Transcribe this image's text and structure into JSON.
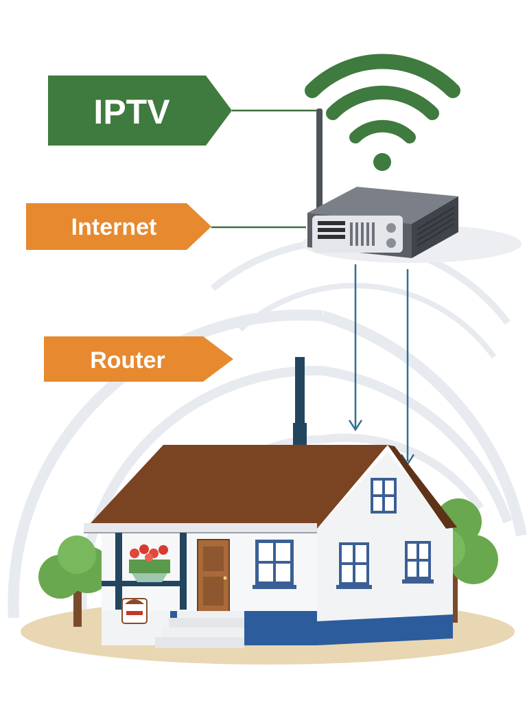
{
  "labels": {
    "iptv": "IPTV",
    "internet": "Internet",
    "router": "Router"
  },
  "colors": {
    "iptv_tag": "#3f7a3e",
    "internet_tag": "#e6892f",
    "router_tag": "#e6892f",
    "wifi_signal": "#3f7a3e",
    "connector_line": "#3d6e3b",
    "router_body": "#5b5f66",
    "router_face": "#e4e6ea",
    "arrow_line": "#2f6f8f",
    "roof": "#7a4322",
    "wall": "#f2f3f5",
    "wall_base": "#2c5c9c",
    "window_frame": "#3b5f95",
    "door": "#a86a3a",
    "tree_leaf": "#6aa84f",
    "tree_trunk": "#7a4b2a",
    "ground": "#e9d6b3",
    "chimney": "#23465e",
    "rings": "#e7eaef"
  },
  "icons": {
    "wifi": "wifi-signal-icon",
    "router": "router-device-icon",
    "house": "house-illustration",
    "tree": "tree-icon",
    "flowers": "flower-box-icon"
  }
}
